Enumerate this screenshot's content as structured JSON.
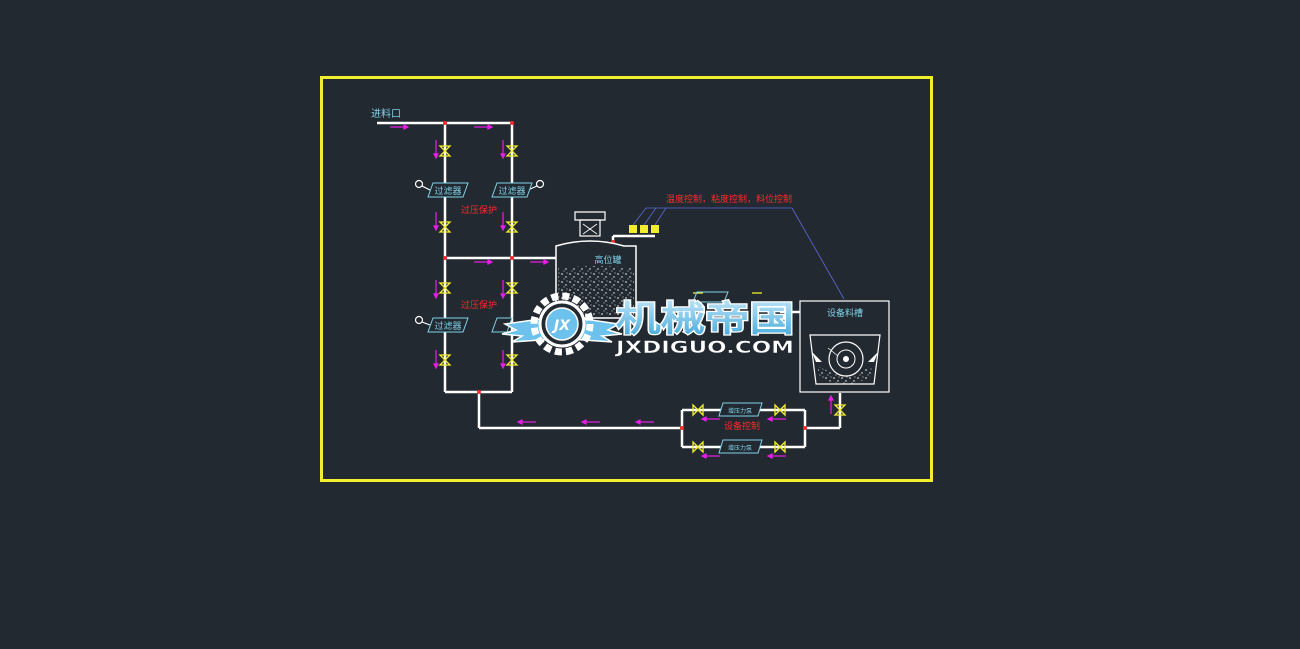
{
  "diagram": {
    "labels": {
      "inlet": "进料口",
      "filter_1": "过滤器",
      "filter_2": "过滤器",
      "filter_3": "过滤器",
      "filter_protect_1": "过压保护",
      "filter_protect_2": "过压保护",
      "tank": "高位罐",
      "control_note": "温度控制，粘度控制，料位控制",
      "equipment": "设备料槽",
      "pump_1": "增压力泵",
      "pump_2": "增压力泵",
      "device_control": "设备控制"
    },
    "watermark": {
      "cn": "机械帝国",
      "url": "JXDIGUO.COM",
      "badge": "JX"
    }
  },
  "colors": {
    "background": "#232930",
    "frame": "#f2ee2e",
    "pipe": "#ffffff",
    "arrow": "#e81ee8",
    "valve": "#f2ee2e",
    "label_cyan": "#7fd2ea",
    "label_red": "#ff2a2a",
    "leader": "#5a6ad8",
    "node": "#ff2a2a"
  }
}
